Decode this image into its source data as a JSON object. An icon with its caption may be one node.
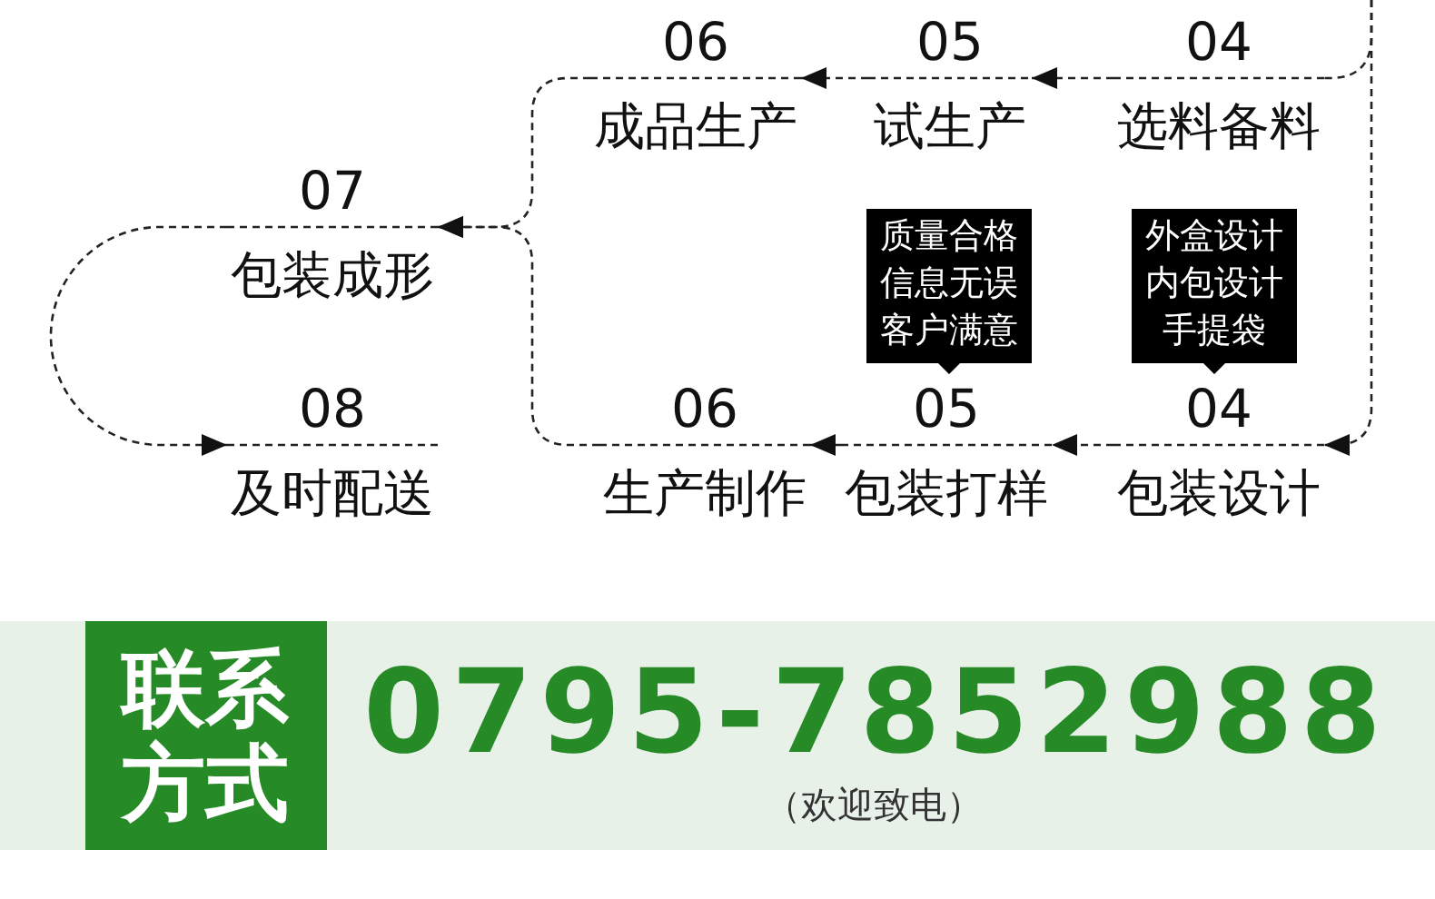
{
  "diagram": {
    "nodes": [
      {
        "text": [
          "06",
          "成品生产"
        ]
      },
      {
        "text": [
          "05",
          "试生产"
        ]
      },
      {
        "text": [
          "04",
          "选料备料"
        ]
      },
      {
        "text": [
          "07",
          "包装成形"
        ]
      },
      {
        "text": [
          "质量合格",
          "信息无误",
          "客户满意"
        ]
      },
      {
        "text": [
          "外盒设计",
          "内包设计",
          "手提袋"
        ]
      },
      {
        "text": [
          "08",
          "及时配送"
        ]
      },
      {
        "text": [
          "06",
          "生产制作"
        ]
      },
      {
        "text": [
          "05",
          "包装打样"
        ]
      },
      {
        "text": [
          "04",
          "包装设计"
        ]
      },
      {
        "text": [
          "0795-7852988",
          "（欢迎致电）"
        ]
      },
      {
        "text": [
          "联系方式"
        ],
        "in": 10
      }
    ],
    "edges": [
      {
        "from": null,
        "to": 2,
        "arrow": "none"
      },
      {
        "from": null,
        "to": 9,
        "arrow": "to"
      },
      {
        "from": 2,
        "to": 1,
        "arrow": "to"
      },
      {
        "from": 1,
        "to": 0,
        "arrow": "to"
      },
      {
        "from": 9,
        "to": 8,
        "arrow": "to"
      },
      {
        "from": 8,
        "to": 7,
        "arrow": "to"
      },
      {
        "from": 0,
        "to": 3,
        "arrow": "to"
      },
      {
        "from": 7,
        "to": 3,
        "arrow": "to"
      },
      {
        "from": 3,
        "to": 6,
        "arrow": "to"
      }
    ]
  }
}
